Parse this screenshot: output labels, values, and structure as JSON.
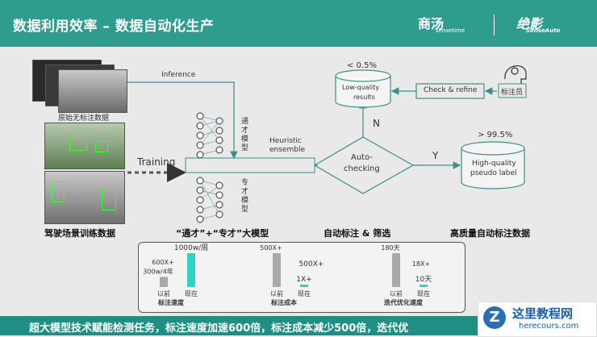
{
  "header": {
    "title": "数据利用效率 – 数据自动化生产",
    "logo_sensetime": "商汤",
    "logo_sensetime_sub": "sensetime",
    "logo_senseauto": "绝影",
    "logo_senseauto_sub": "SenseAuto"
  },
  "images": {
    "raw_label": "原始无标注数据",
    "driving_label": "驾驶场景训练数据"
  },
  "flow": {
    "inference": "Inference",
    "training": "Training",
    "generalist": "通才模型",
    "specialist": "专才模型",
    "heuristic_1": "Heuristic",
    "heuristic_2": "ensemble",
    "auto_1": "Auto-",
    "auto_2": "checking",
    "low_1": "Low-quality",
    "low_2": "results",
    "low_pct": "< 0.5%",
    "check": "Check & refine",
    "annotator": "标注员",
    "n": "N",
    "y": "Y",
    "high_1": "High-quality",
    "high_2": "pseudo label",
    "high_pct": "> 99.5%"
  },
  "captions": {
    "models": "“通才”+“专才”大模型",
    "auto_label": "自动标注 & 筛选",
    "high_data": "高质量自动标注数据"
  },
  "stats": {
    "speed": {
      "title": "标注速度",
      "before": "以前",
      "after": "现在",
      "before_val": "300w/4年",
      "mult": "600X+",
      "after_val": "1000w/周"
    },
    "cost": {
      "title": "标注成本",
      "before": "以前",
      "after": "现在",
      "before_val": "500X+",
      "after_val": "1X+",
      "mult": "500X+"
    },
    "iter": {
      "title": "迭代优化速度",
      "before": "以前",
      "after": "现在",
      "before_val": "180天",
      "mult": "18X+",
      "after_val": "10天"
    }
  },
  "chart_data": [
    {
      "type": "bar",
      "title": "标注速度",
      "categories": [
        "以前",
        "现在"
      ],
      "values": [
        300,
        1000
      ],
      "value_labels": [
        "300w/4年",
        "1000w/周"
      ],
      "annotation": "600X+"
    },
    {
      "type": "bar",
      "title": "标注成本",
      "categories": [
        "以前",
        "现在"
      ],
      "values": [
        500,
        1
      ],
      "value_labels": [
        "500X+",
        "1X+"
      ],
      "annotation": "500X+"
    },
    {
      "type": "bar",
      "title": "迭代优化速度",
      "categories": [
        "以前",
        "现在"
      ],
      "values": [
        180,
        10
      ],
      "value_labels": [
        "180天",
        "10天"
      ],
      "annotation": "18X+"
    }
  ],
  "footer": "超大模型技术赋能检测任务，标注速度加速600倍，标注成本减少500倍，迭代优",
  "watermark": {
    "title": "这里教程网",
    "url": "herecours.com"
  }
}
